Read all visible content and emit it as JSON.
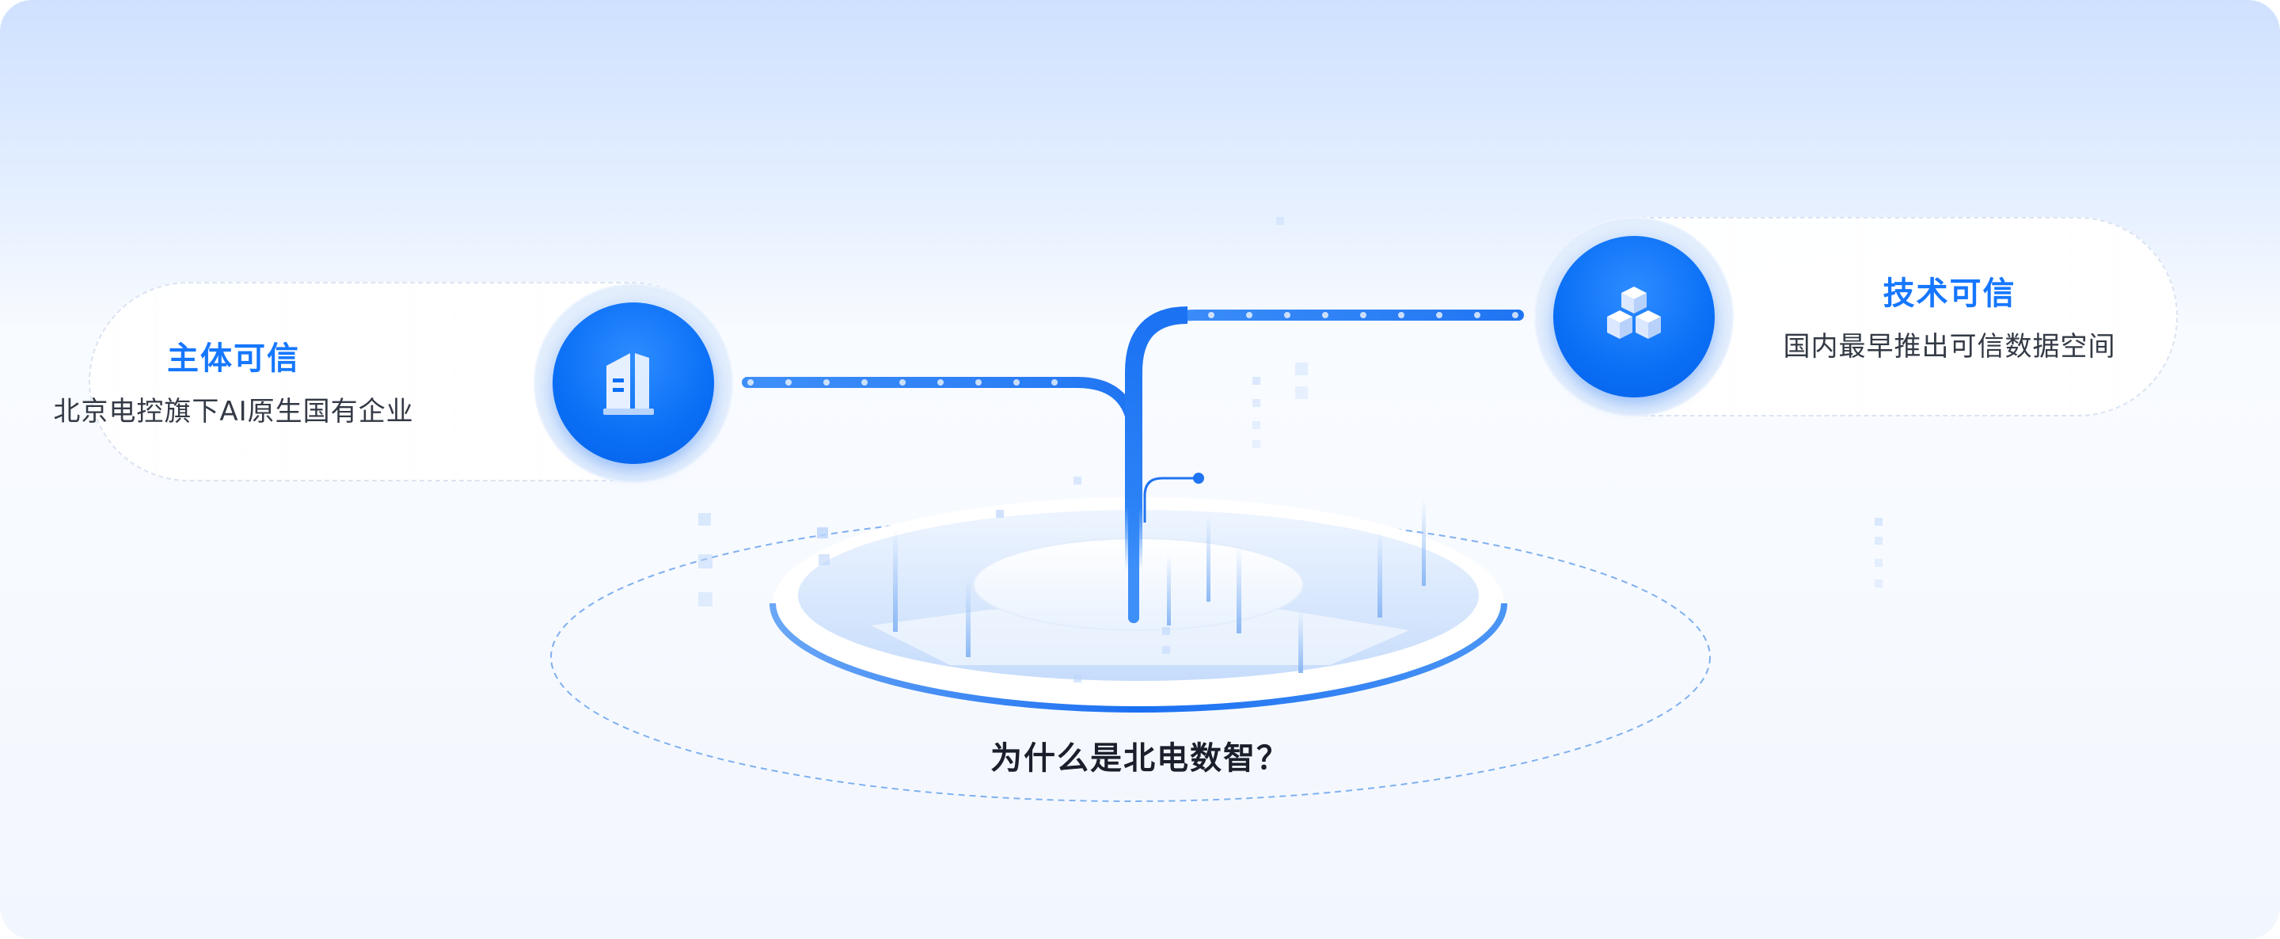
{
  "left_card": {
    "title": "主体可信",
    "description": "北京电控旗下AI原生国有企业",
    "icon": "building-icon"
  },
  "right_card": {
    "title": "技术可信",
    "description": "国内最早推出可信数据空间",
    "icon": "cubes-icon"
  },
  "bottom_title": "为什么是北电数智？",
  "colors": {
    "accent": "#1677ff",
    "primary_blue": "#0a6ff6",
    "text_dark": "#1a1f2b",
    "text_body": "#333a45"
  }
}
